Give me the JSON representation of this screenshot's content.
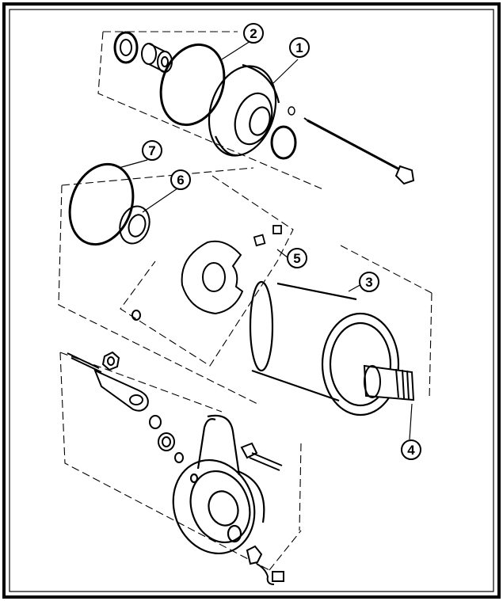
{
  "figure": {
    "frame_color": "#000000",
    "background": "#ffffff",
    "callouts": [
      {
        "id": "c1",
        "label": "1"
      },
      {
        "id": "c2",
        "label": "2"
      },
      {
        "id": "c3",
        "label": "3"
      },
      {
        "id": "c4",
        "label": "4"
      },
      {
        "id": "c5",
        "label": "5"
      },
      {
        "id": "c6",
        "label": "6"
      },
      {
        "id": "c7",
        "label": "7"
      }
    ]
  }
}
